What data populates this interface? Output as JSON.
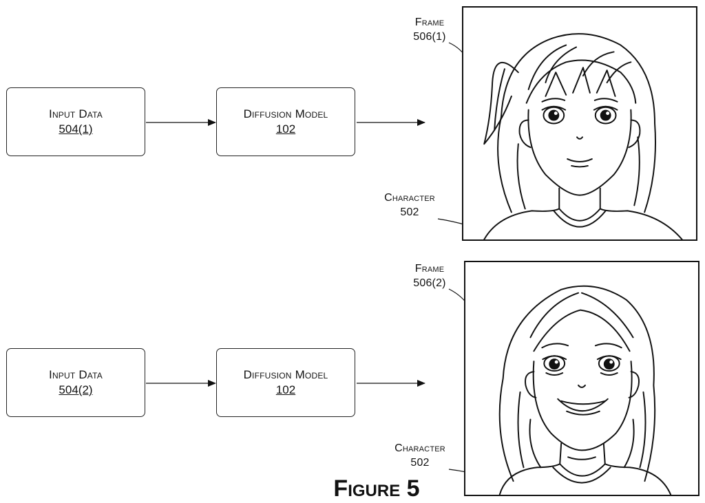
{
  "rows": [
    {
      "input": {
        "title": "Input Data",
        "ref": "504(1)"
      },
      "model": {
        "title": "Diffusion Model",
        "ref": "102"
      },
      "frame_label": {
        "title": "Frame",
        "ref": "506(1)"
      },
      "character_label": {
        "title": "Character",
        "ref": "502"
      }
    },
    {
      "input": {
        "title": "Input Data",
        "ref": "504(2)"
      },
      "model": {
        "title": "Diffusion Model",
        "ref": "102"
      },
      "frame_label": {
        "title": "Frame",
        "ref": "506(2)"
      },
      "character_label": {
        "title": "Character",
        "ref": "502"
      }
    }
  ],
  "figure_title": "Figure 5"
}
